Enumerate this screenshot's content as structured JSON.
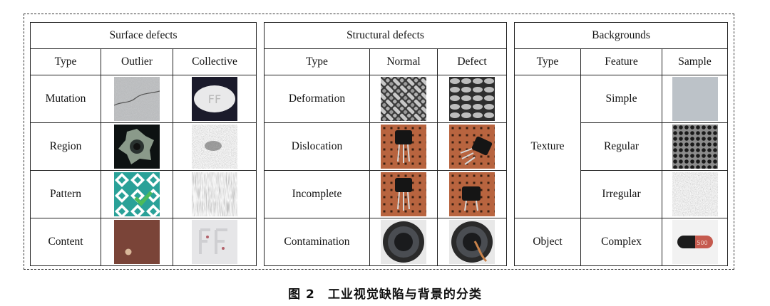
{
  "surface": {
    "title": "Surface defects",
    "headers": [
      "Type",
      "Outlier",
      "Collective"
    ],
    "rows": [
      {
        "type": "Mutation"
      },
      {
        "type": "Region"
      },
      {
        "type": "Pattern"
      },
      {
        "type": "Content"
      }
    ]
  },
  "structural": {
    "title": "Structural defects",
    "headers": [
      "Type",
      "Normal",
      "Defect"
    ],
    "rows": [
      {
        "type": "Deformation"
      },
      {
        "type": "Dislocation"
      },
      {
        "type": "Incomplete"
      },
      {
        "type": "Contamination"
      }
    ]
  },
  "backgrounds": {
    "title": "Backgrounds",
    "headers": [
      "Type",
      "Feature",
      "Sample"
    ],
    "types": [
      "Texture",
      "Object"
    ],
    "features": [
      "Simple",
      "Regular",
      "Irregular",
      "Complex"
    ]
  },
  "caption": "图 2　工业视觉缺陷与背景的分类"
}
